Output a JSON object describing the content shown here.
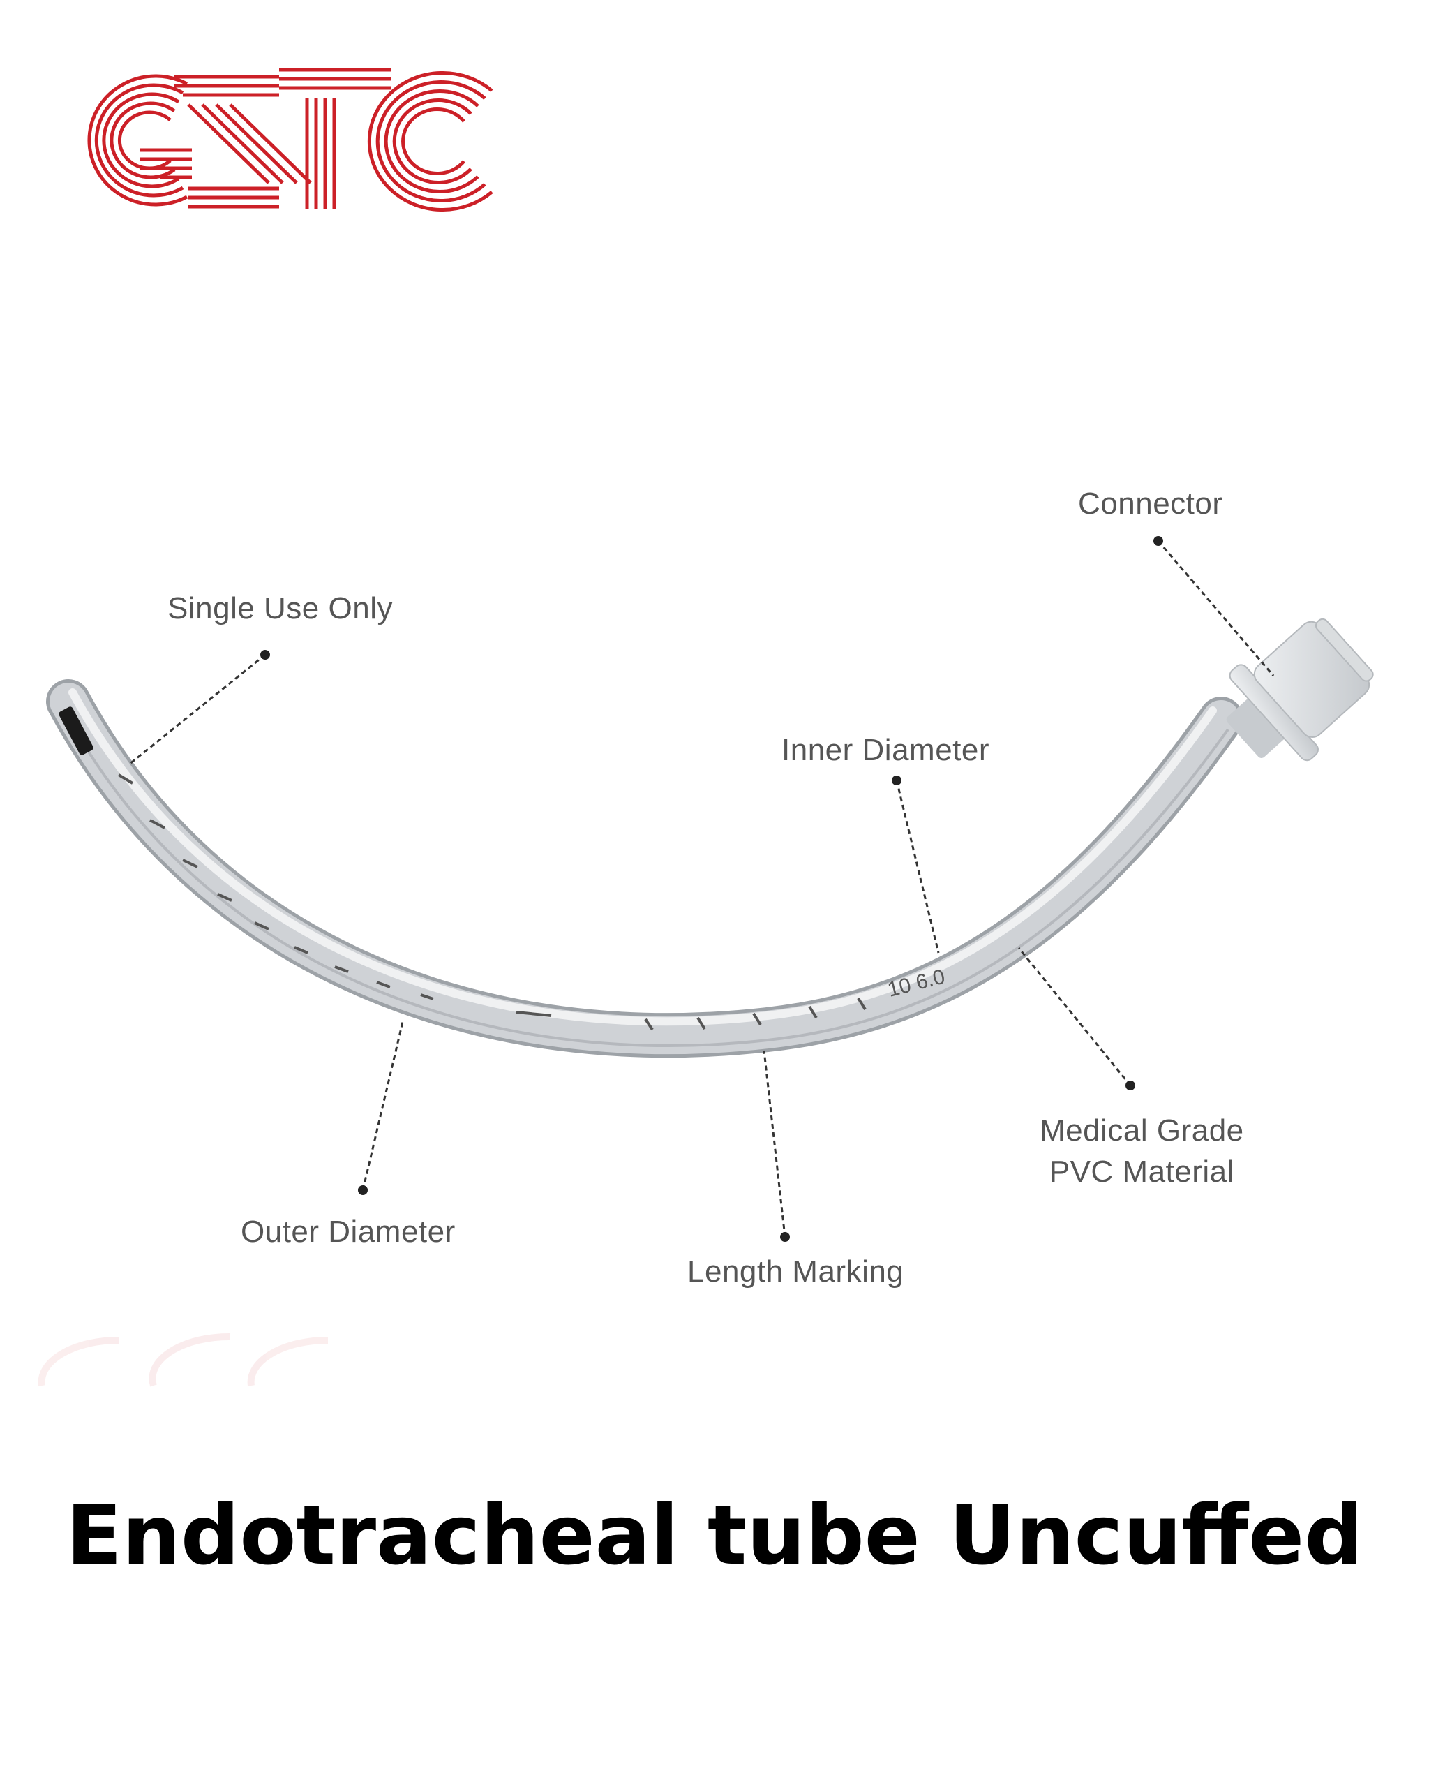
{
  "logo": {
    "text": "GSTC",
    "color": "#cc2027"
  },
  "callouts": {
    "connector": "Connector",
    "single_use": "Single Use Only",
    "inner_diameter": "Inner Diameter",
    "outer_diameter": "Outer Diameter",
    "length_marking": "Length Marking",
    "material_line1": "Medical Grade",
    "material_line2": "PVC  Material"
  },
  "tube_print": {
    "size_text": "10 6.0"
  },
  "caption": "Endotracheal tube Uncuffed",
  "colors": {
    "background": "#ffffff",
    "callout_text": "#555555",
    "caption_text": "#000000",
    "tube_body": "#c9ccd0",
    "leader_line": "#333333"
  }
}
